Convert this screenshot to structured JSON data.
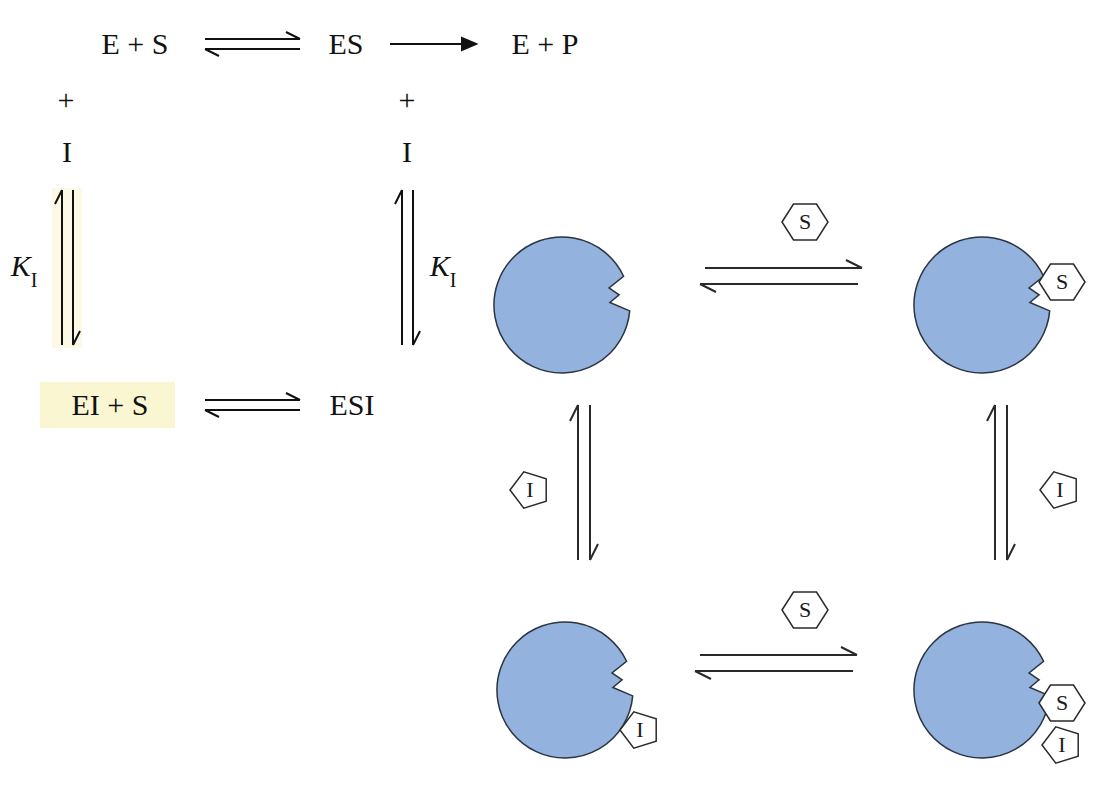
{
  "diagram": {
    "nodes": [
      {
        "text": [
          "S"
        ]
      },
      {
        "text": [
          "S"
        ]
      },
      {
        "text": [
          "I"
        ]
      },
      {
        "text": [
          "I"
        ]
      },
      {
        "text": [
          "S"
        ]
      },
      {
        "text": [
          "I"
        ]
      },
      {
        "text": [
          "S"
        ]
      },
      {
        "text": [
          "I"
        ]
      }
    ],
    "labels": [
      "E + S",
      "ES",
      "E + P",
      "+",
      "+",
      "I",
      "I",
      "KI",
      "KI",
      "EI + S",
      "ESI"
    ]
  }
}
